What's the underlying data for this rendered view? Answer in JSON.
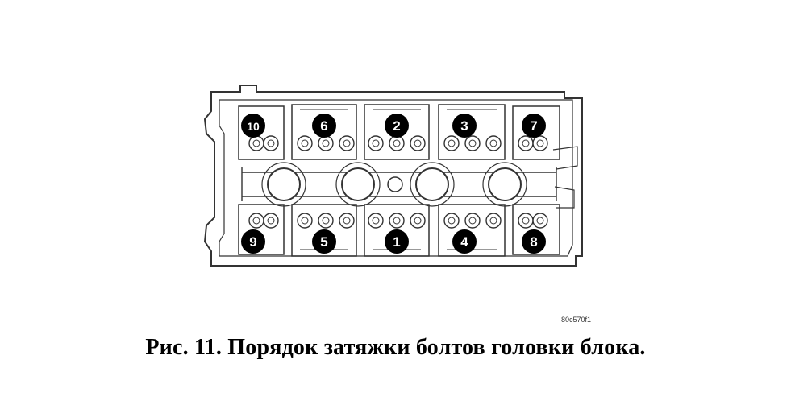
{
  "figure": {
    "code": "80c570f1",
    "caption": "Рис. 11.  Порядок затяжки болтов головки блока."
  },
  "bolts": [
    {
      "label": "10",
      "row": "top",
      "column": 1
    },
    {
      "label": "6",
      "row": "top",
      "column": 2
    },
    {
      "label": "2",
      "row": "top",
      "column": 3
    },
    {
      "label": "3",
      "row": "top",
      "column": 4
    },
    {
      "label": "7",
      "row": "top",
      "column": 5
    },
    {
      "label": "9",
      "row": "bottom",
      "column": 1
    },
    {
      "label": "5",
      "row": "bottom",
      "column": 2
    },
    {
      "label": "1",
      "row": "bottom",
      "column": 3
    },
    {
      "label": "4",
      "row": "bottom",
      "column": 4
    },
    {
      "label": "8",
      "row": "bottom",
      "column": 5
    }
  ],
  "colors": {
    "line": "#333333",
    "marker": "#000000",
    "marker_text": "#ffffff"
  }
}
